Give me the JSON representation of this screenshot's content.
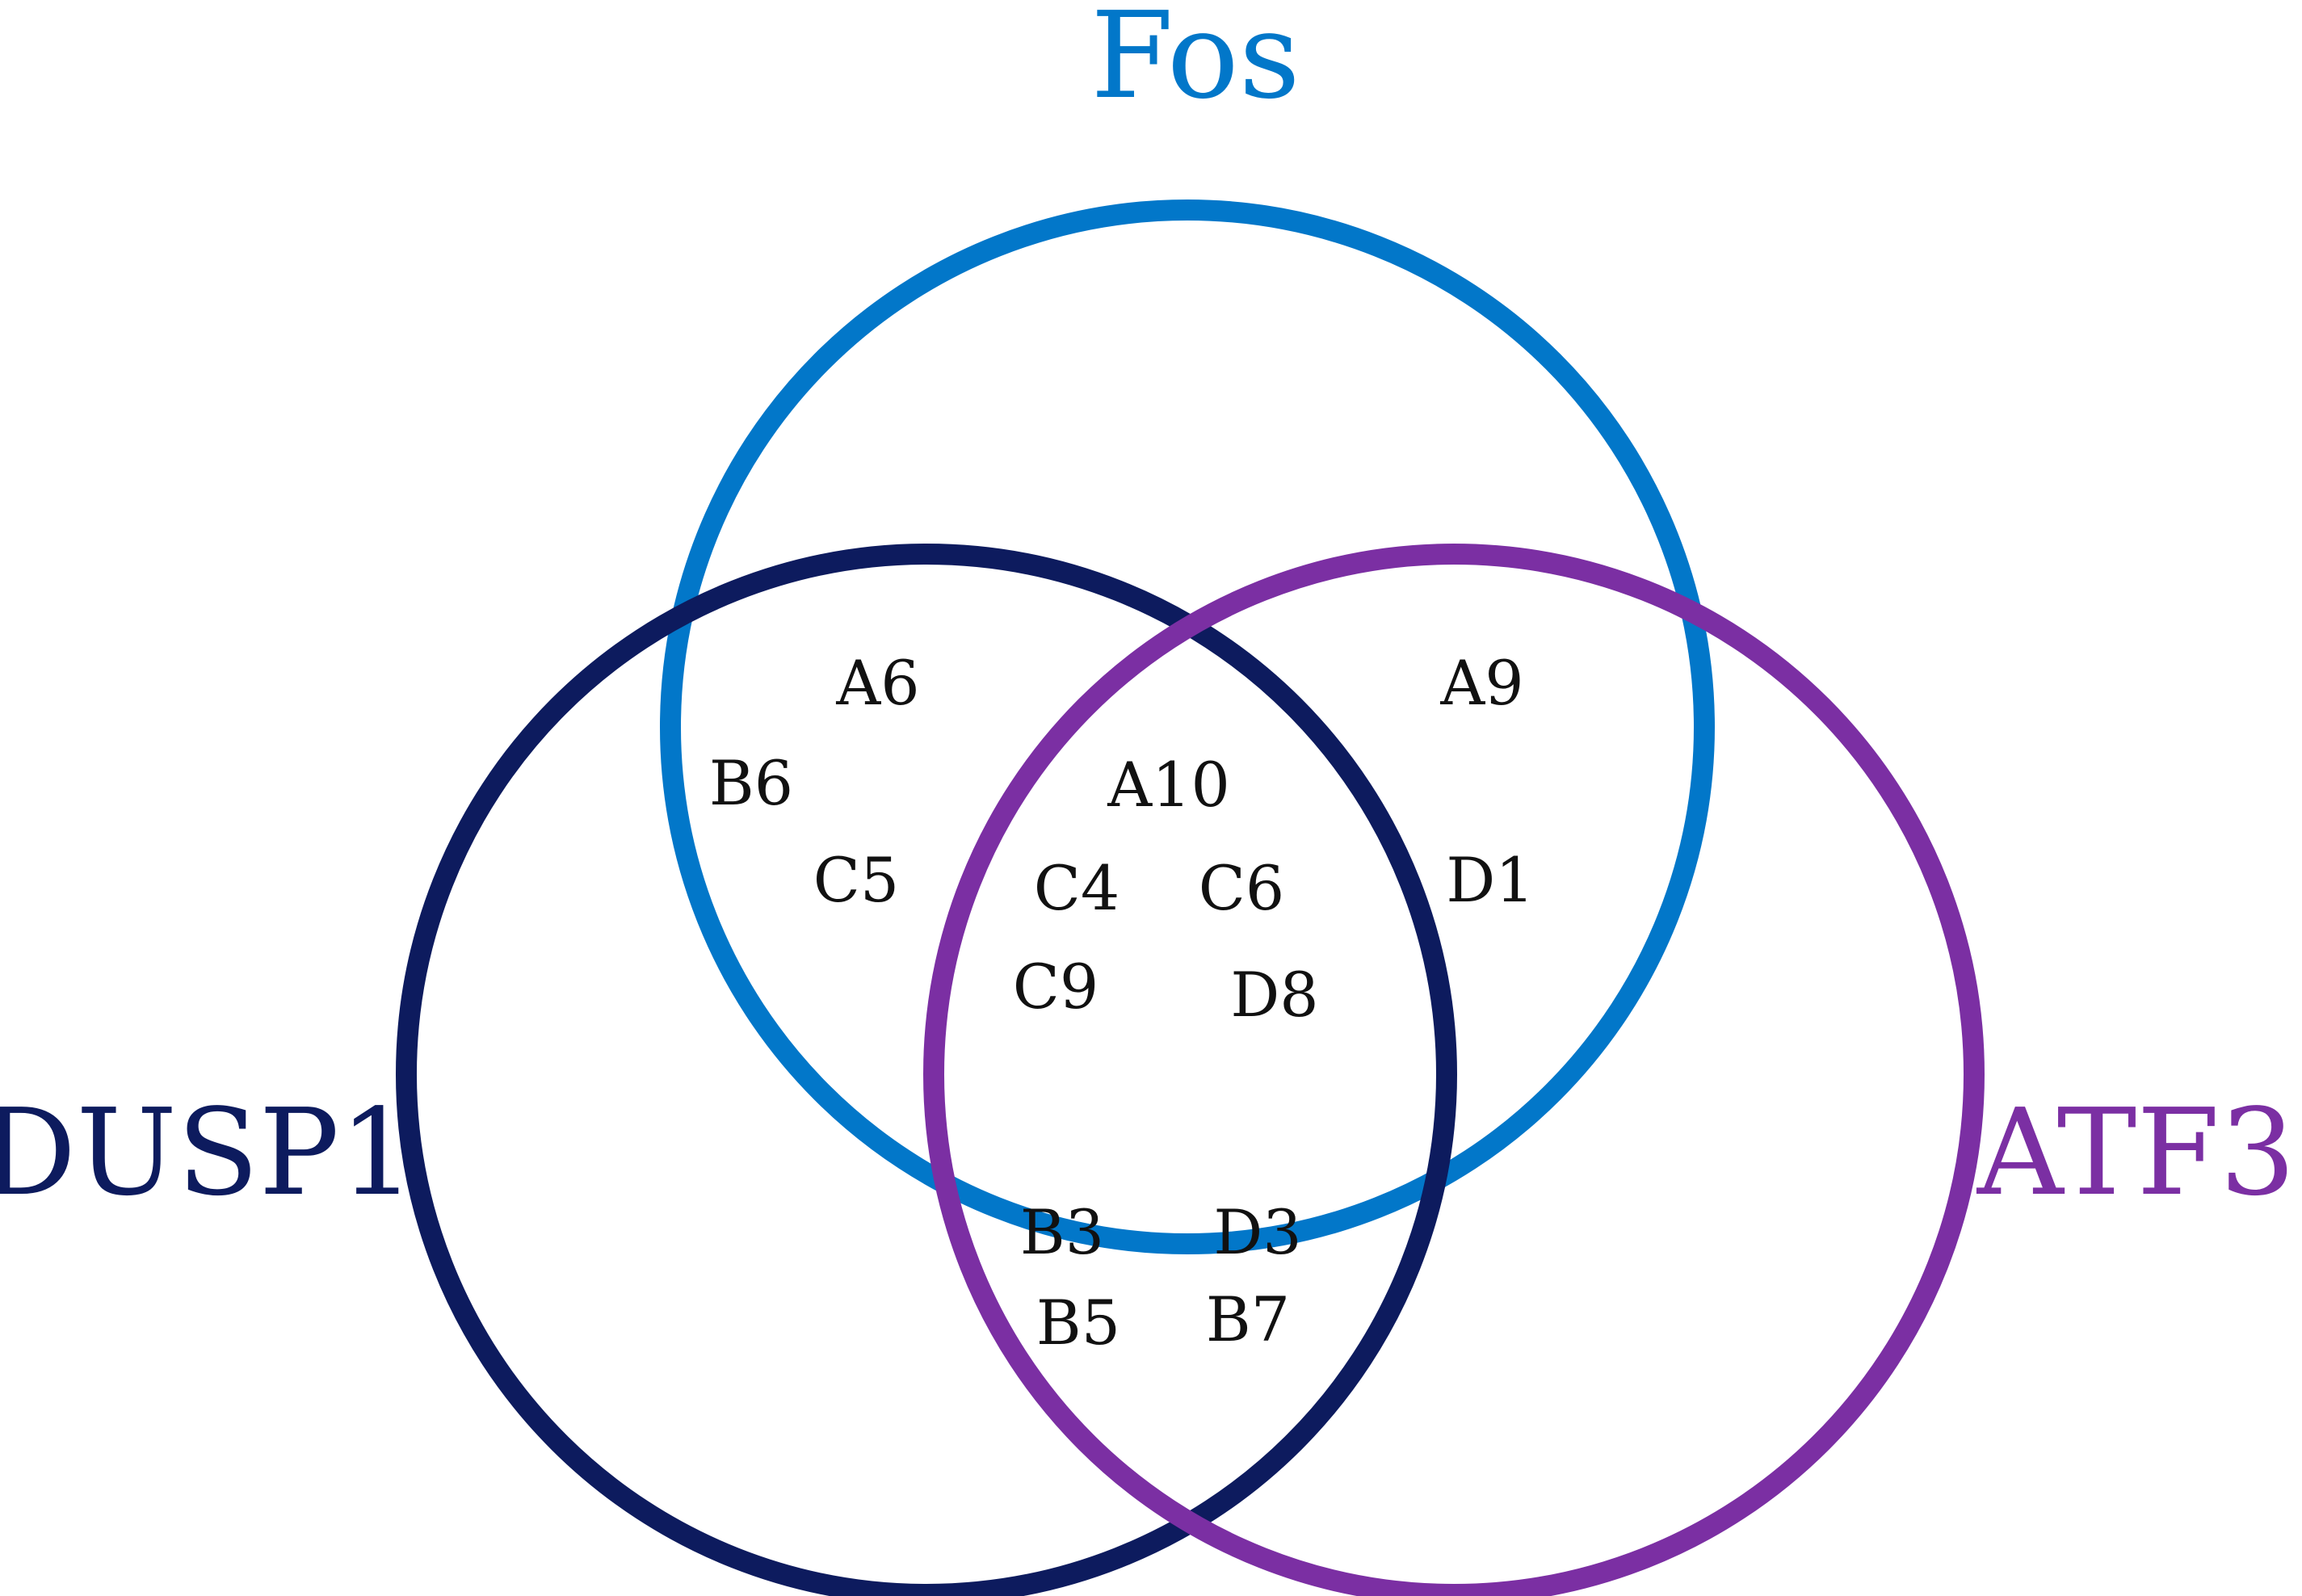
{
  "sets": {
    "fos": {
      "label": "Fos",
      "color": "#0277C9"
    },
    "dusp1": {
      "label": "DUSP1",
      "color": "#0D1B5E"
    },
    "atf3": {
      "label": "ATF3",
      "color": "#7B2FA3"
    }
  },
  "regions": {
    "fos_dusp1": [
      "A6",
      "B6",
      "C5"
    ],
    "fos_atf3": [
      "A9",
      "D1"
    ],
    "fos_dusp1_atf3": [
      "A10",
      "C4",
      "C6",
      "C9",
      "D8"
    ],
    "dusp1_atf3": [
      "B3",
      "D3",
      "B5",
      "B7"
    ]
  }
}
